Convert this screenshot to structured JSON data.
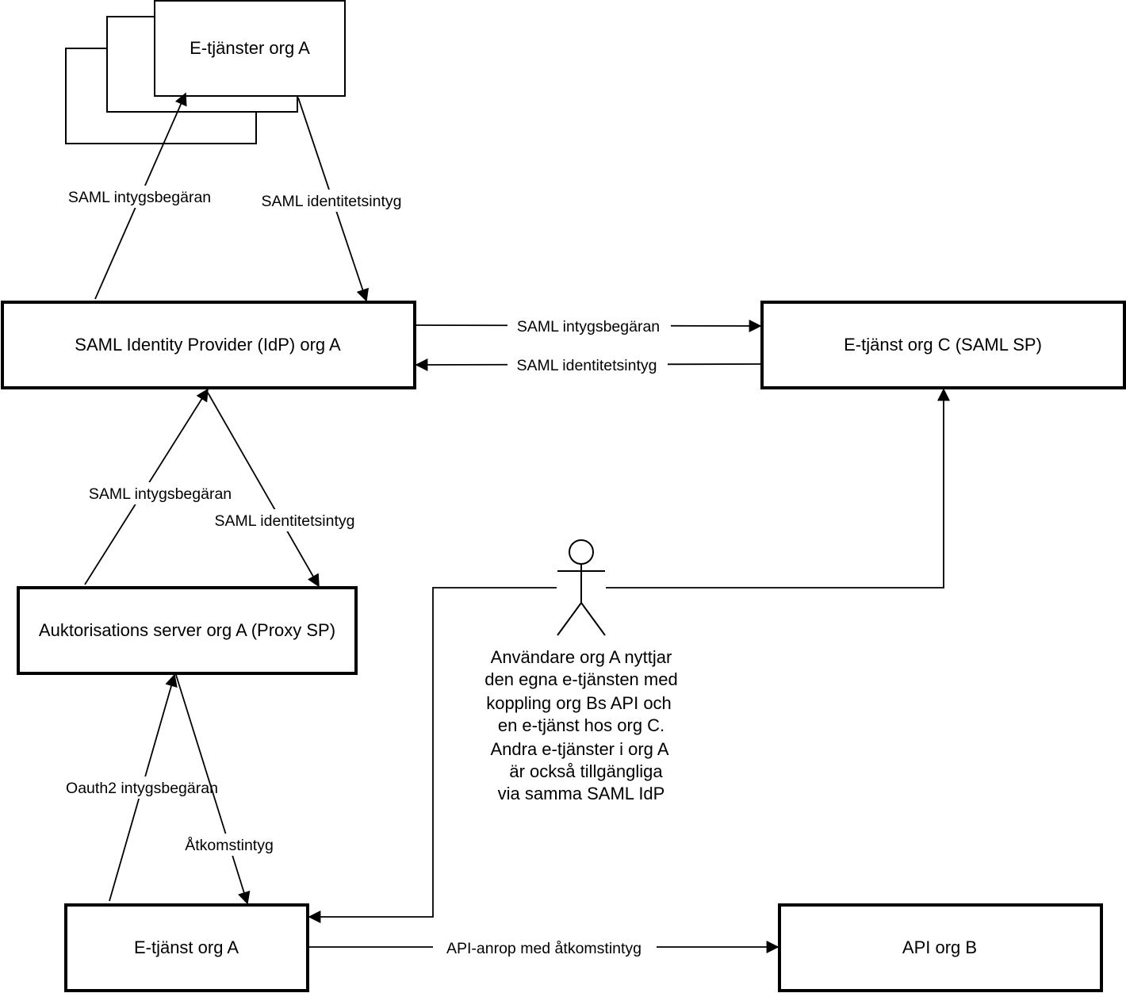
{
  "nodes": {
    "etjanster_org_a": "E-tjänster org A",
    "saml_idp": "SAML Identity Provider (IdP) org A",
    "etjanst_org_c": "E-tjänst org C (SAML SP)",
    "auth_server": "Auktorisations server  org A (Proxy SP)",
    "etjanst_org_a": "E-tjänst org A",
    "api_org_b": "API org B"
  },
  "edges": {
    "idp_to_services_request": "SAML intygsbegäran",
    "services_to_idp_assertion": "SAML identitetsintyg",
    "idp_to_c_request": "SAML intygsbegäran",
    "c_to_idp_assertion": "SAML identitetsintyg",
    "auth_to_idp_request": "SAML intygsbegäran",
    "idp_to_auth_assertion": "SAML identitetsintyg",
    "etjanst_to_auth_request": "Oauth2 intygsbegäran",
    "auth_to_etjanst_token": "Åtkomstintyg",
    "etjanst_to_api": "API-anrop med åtkomstintyg"
  },
  "actor": {
    "lines": [
      "Användare org A nyttjar",
      "den egna e-tjänsten med",
      "koppling org Bs API och",
      " en e-tjänst hos org C.",
      "Andra e-tjänster i org A",
      "är också tillgängliga",
      "via samma SAML IdP"
    ]
  }
}
